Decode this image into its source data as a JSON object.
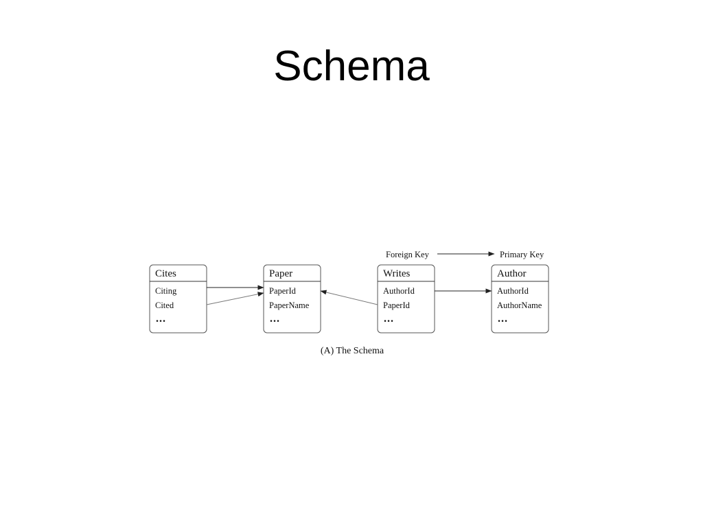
{
  "slide": {
    "title": "Schema"
  },
  "legend": {
    "from_label": "Foreign Key",
    "to_label": "Primary Key"
  },
  "tables": [
    {
      "id": "cites",
      "name": "Cites",
      "fields": [
        "Citing",
        "Cited"
      ],
      "more": "..."
    },
    {
      "id": "paper",
      "name": "Paper",
      "fields": [
        "PaperId",
        "PaperName"
      ],
      "more": "..."
    },
    {
      "id": "writes",
      "name": "Writes",
      "fields": [
        "AuthorId",
        "PaperId"
      ],
      "more": "..."
    },
    {
      "id": "author",
      "name": "Author",
      "fields": [
        "AuthorId",
        "AuthorName"
      ],
      "more": "..."
    }
  ],
  "relations": [
    {
      "from": "Cites.Citing",
      "to": "Paper.PaperId"
    },
    {
      "from": "Cites.Cited",
      "to": "Paper.PaperId"
    },
    {
      "from": "Writes.PaperId",
      "to": "Paper.PaperId"
    },
    {
      "from": "Writes.AuthorId",
      "to": "Author.AuthorId"
    }
  ],
  "caption": "(A) The Schema"
}
